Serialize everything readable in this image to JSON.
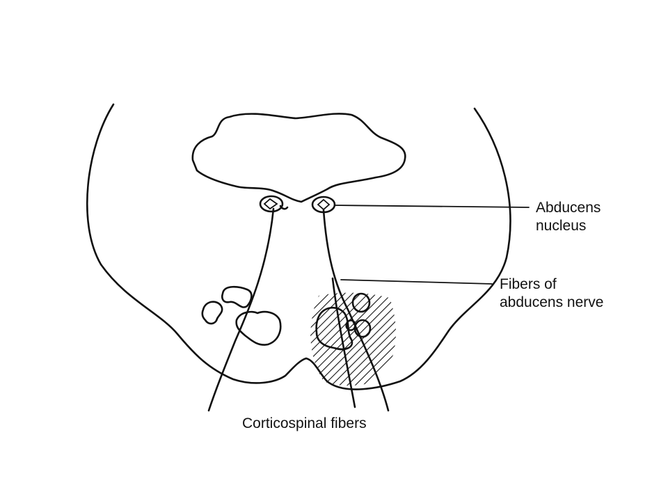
{
  "labels": {
    "abducens_nucleus": [
      "Abducens",
      "nucleus"
    ],
    "fibers_abducens": [
      "Fibers of",
      "abducens nerve"
    ],
    "corticospinal": "Corticospinal fibers"
  },
  "colors": {
    "ink": "#111111",
    "background": "#ffffff"
  }
}
